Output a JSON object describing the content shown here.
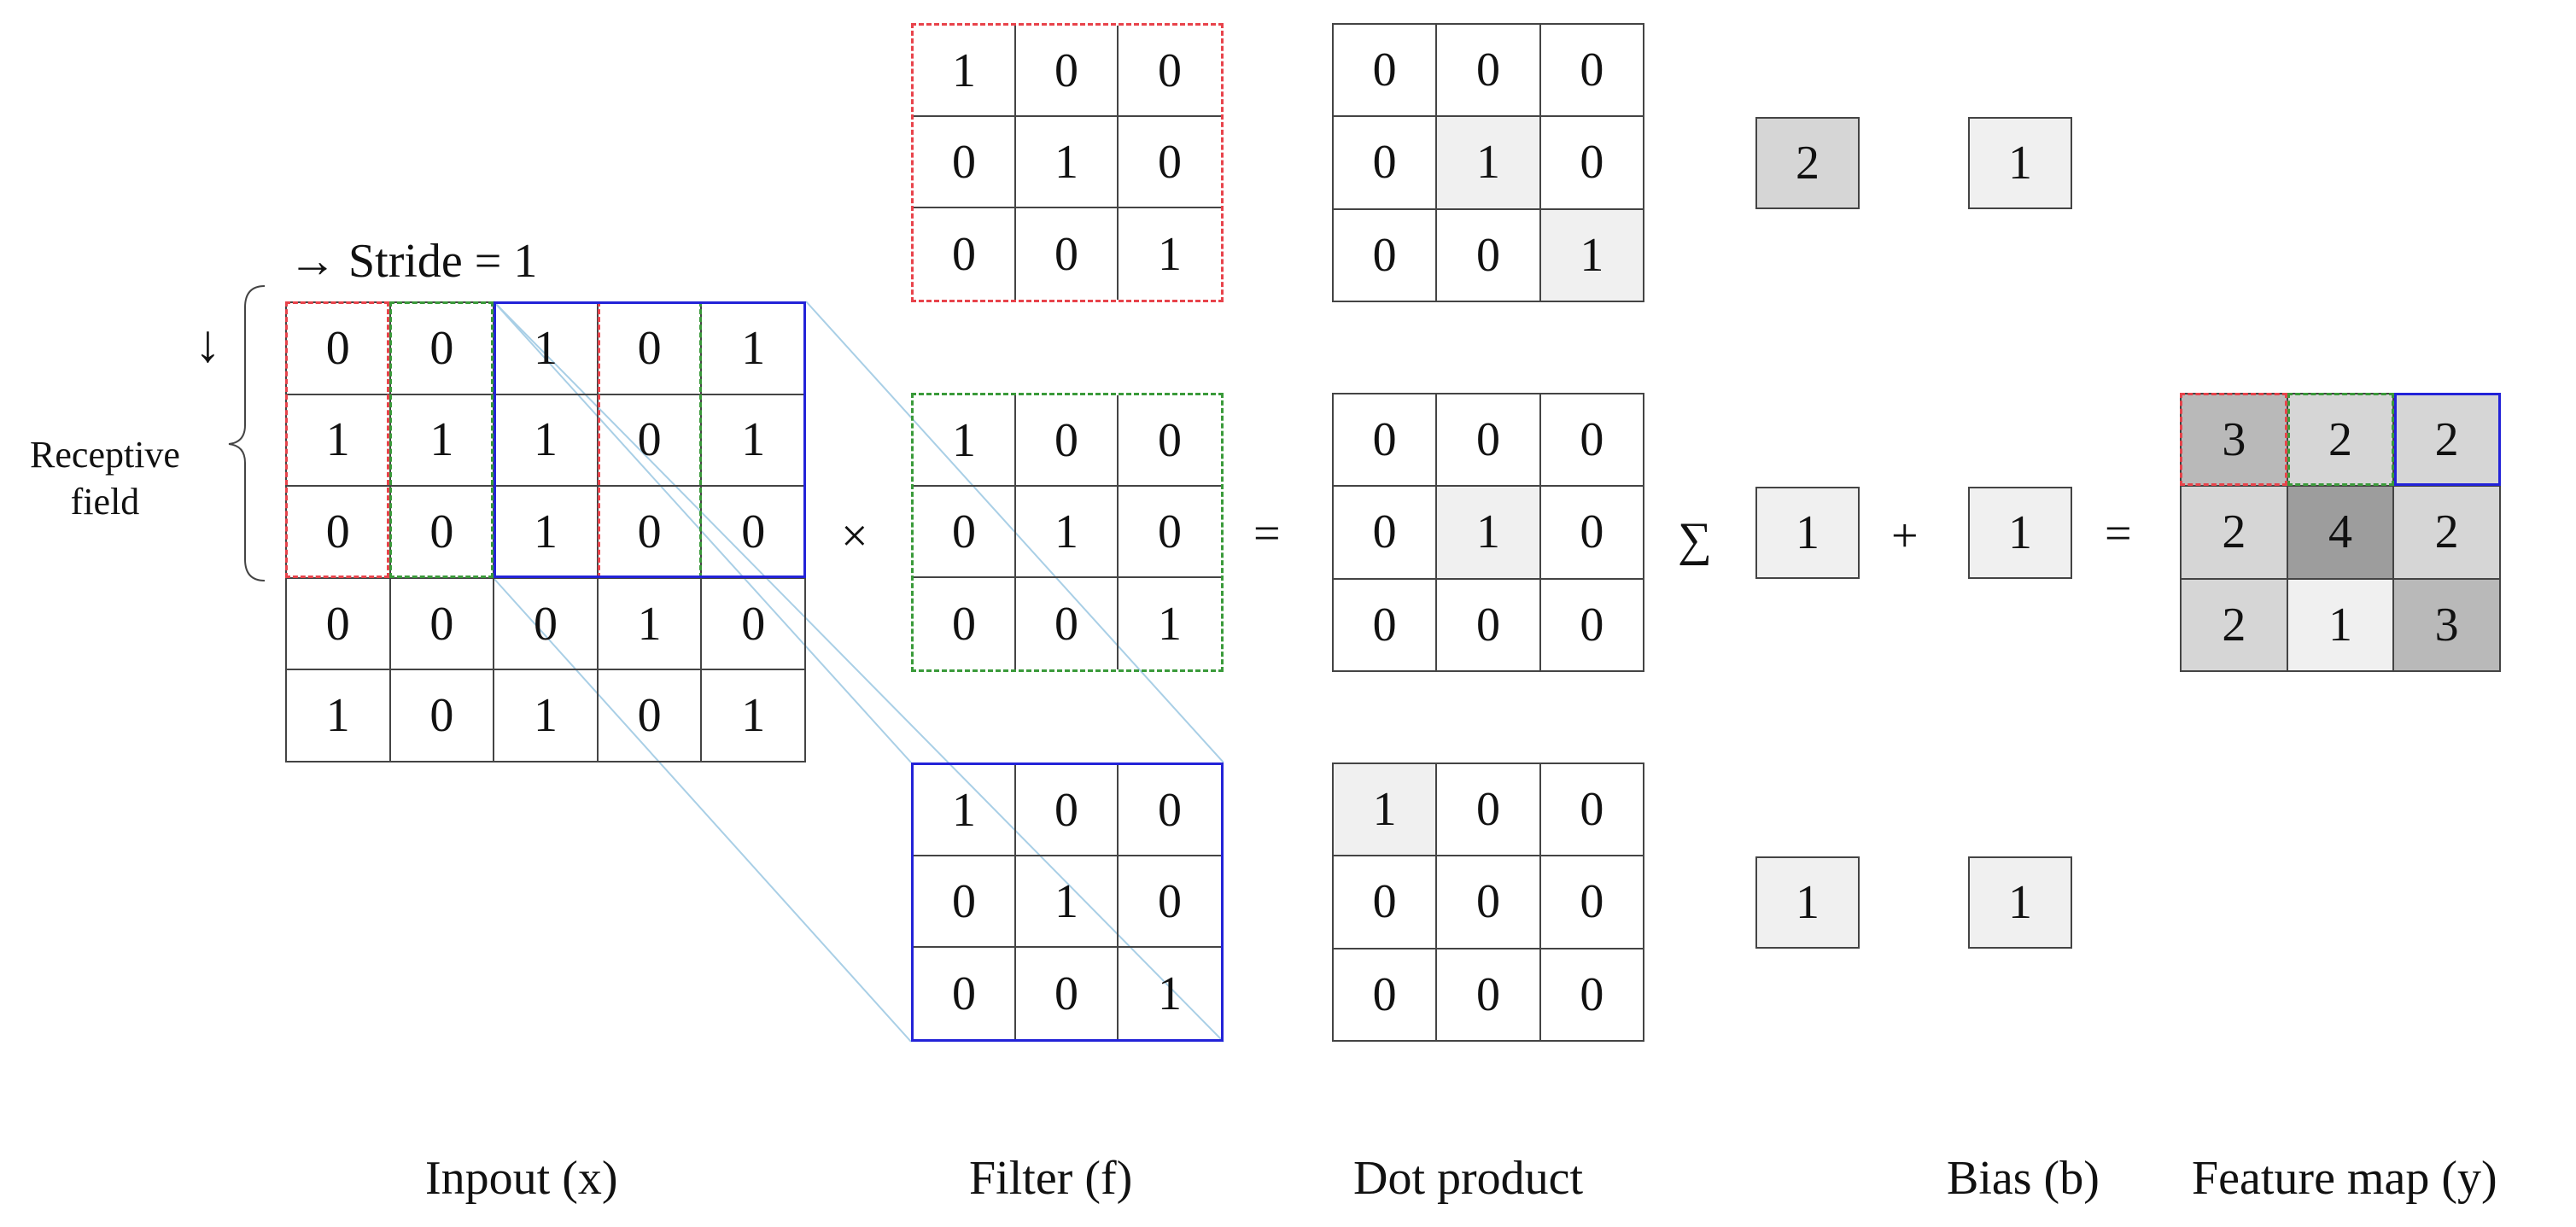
{
  "input": {
    "label": "Inpout (x)",
    "stride_label": "→ Stride = 1",
    "receptive_label_1": "Receptive",
    "receptive_label_2": "field",
    "down_arrow": "↓",
    "values": [
      [
        0,
        0,
        1,
        0,
        1
      ],
      [
        1,
        1,
        1,
        0,
        1
      ],
      [
        0,
        0,
        1,
        0,
        0
      ],
      [
        0,
        0,
        0,
        1,
        0
      ],
      [
        1,
        0,
        1,
        0,
        1
      ]
    ]
  },
  "operators": {
    "times": "×",
    "equals_1": "=",
    "sigma": "∑",
    "plus": "+",
    "equals_2": "="
  },
  "filters": {
    "label": "Filter (f)",
    "rows": [
      {
        "values": [
          [
            1,
            0,
            0
          ],
          [
            0,
            1,
            0
          ],
          [
            0,
            0,
            1
          ]
        ],
        "color": "#e8434b",
        "dashed": true
      },
      {
        "values": [
          [
            1,
            0,
            0
          ],
          [
            0,
            1,
            0
          ],
          [
            0,
            0,
            1
          ]
        ],
        "color": "#3a9a3a",
        "dashed": true
      },
      {
        "values": [
          [
            1,
            0,
            0
          ],
          [
            0,
            1,
            0
          ],
          [
            0,
            0,
            1
          ]
        ],
        "color": "#2323d8",
        "dashed": false
      }
    ]
  },
  "dot_products": {
    "label": "Dot product",
    "rows": [
      {
        "values": [
          [
            0,
            0,
            0
          ],
          [
            0,
            1,
            0
          ],
          [
            0,
            0,
            1
          ]
        ]
      },
      {
        "values": [
          [
            0,
            0,
            0
          ],
          [
            0,
            1,
            0
          ],
          [
            0,
            0,
            0
          ]
        ]
      },
      {
        "values": [
          [
            1,
            0,
            0
          ],
          [
            0,
            0,
            0
          ],
          [
            0,
            0,
            0
          ]
        ]
      }
    ]
  },
  "sums": {
    "values": [
      "2",
      "1",
      "1"
    ]
  },
  "bias": {
    "label": "Bias (b)",
    "values": [
      "1",
      "1",
      "1"
    ]
  },
  "feature_map": {
    "label": "Feature map (y)",
    "values": [
      [
        3,
        2,
        2
      ],
      [
        2,
        4,
        2
      ],
      [
        2,
        1,
        3
      ]
    ]
  },
  "colors": {
    "red": "#e8434b",
    "green": "#3a9a3a",
    "blue": "#2323d8",
    "light_gray": "#f0f0f0",
    "mid_gray": "#d6d6d6",
    "gray": "#b9b9b9",
    "dark_gray": "#9d9d9d",
    "guide_line": "#a9cfe6"
  }
}
